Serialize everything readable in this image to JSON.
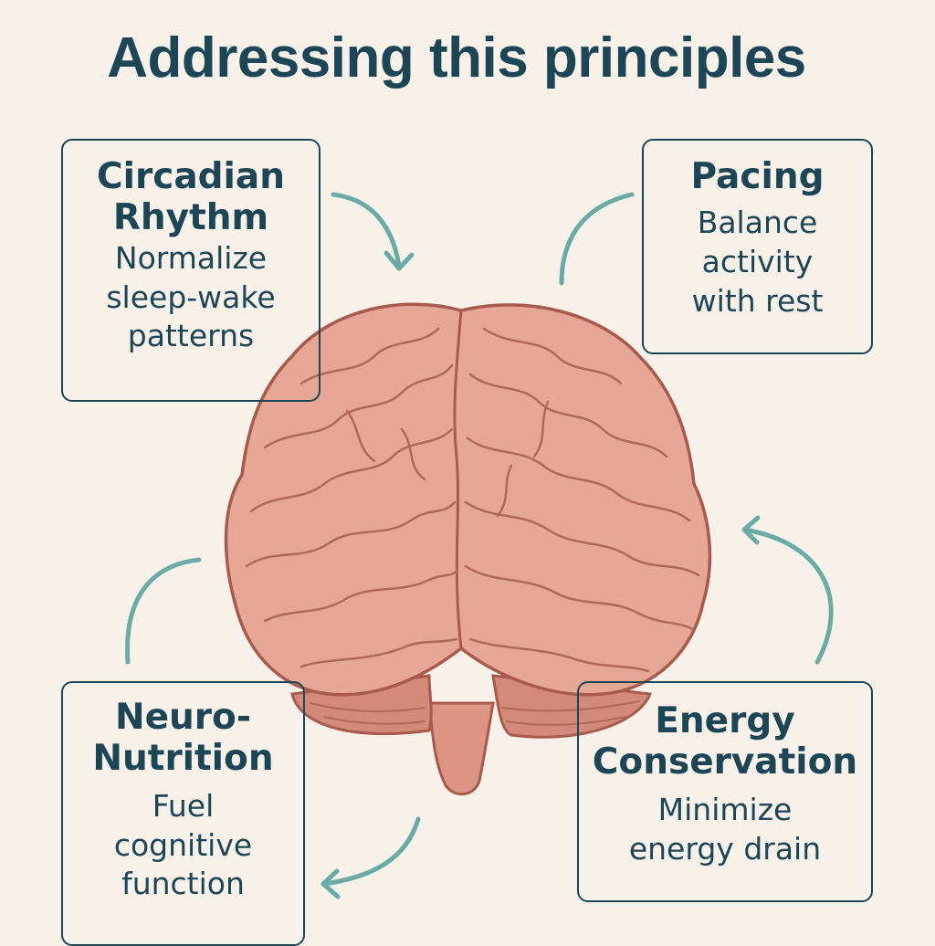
{
  "title": "Addressing this principles",
  "colors": {
    "background": "#f8f1ea",
    "text": "#1c4656",
    "arrow": "#6aaba6",
    "brain_fill": "#e3a08f",
    "brain_outline": "#a85a4c"
  },
  "center_image": {
    "label": "brain-illustration"
  },
  "principles": [
    {
      "heading_lines": [
        "Circadian",
        "Rhythm"
      ],
      "description_lines": [
        "Normalize",
        "sleep-wake",
        "patterns"
      ],
      "position": "top-left"
    },
    {
      "heading_lines": [
        "Pacing"
      ],
      "description_lines": [
        "Balance",
        "activity",
        "with rest"
      ],
      "position": "top-right"
    },
    {
      "heading_lines": [
        "Neuro-",
        "Nutrition"
      ],
      "description_lines": [
        "Fuel",
        "cognitive",
        "function"
      ],
      "position": "bottom-left"
    },
    {
      "heading_lines": [
        "Energy",
        "Conservation"
      ],
      "description_lines": [
        "Minimize",
        "energy drain"
      ],
      "position": "bottom-right"
    }
  ],
  "arrows": [
    {
      "from": "circadian-rhythm",
      "to": "brain",
      "direction": "down-right"
    },
    {
      "from": "brain",
      "to": "pacing",
      "direction": "up-right"
    },
    {
      "from": "energy-conservation",
      "to": "brain",
      "direction": "up-left"
    },
    {
      "from": "brain",
      "to": "neuro-nutrition",
      "direction": "down-left"
    }
  ]
}
